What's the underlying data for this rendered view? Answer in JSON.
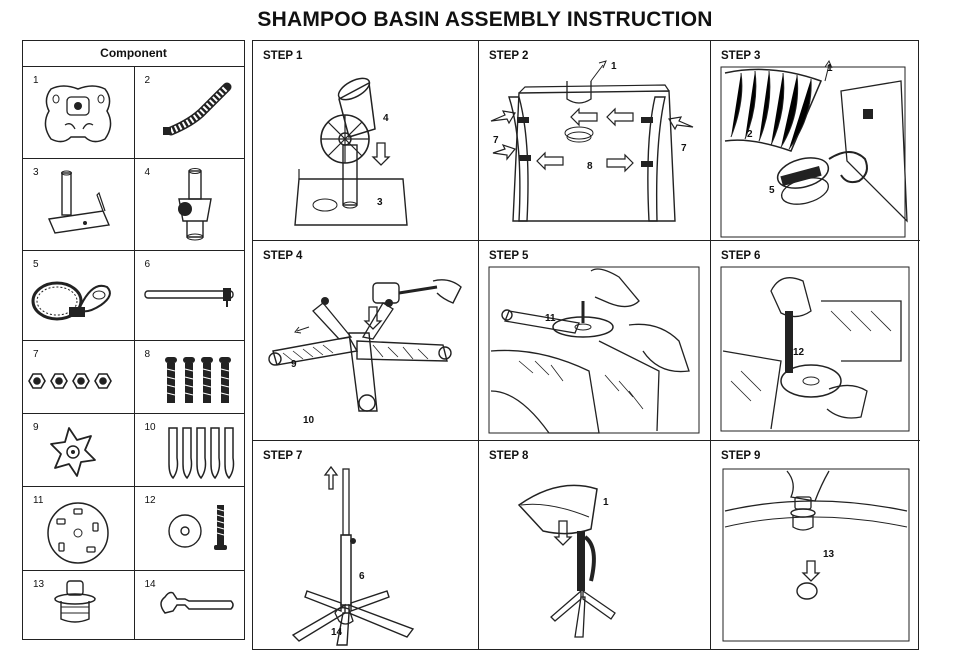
{
  "title": "SHAMPOO BASIN ASSEMBLY INSTRUCTION",
  "components": {
    "heading": "Component",
    "items": [
      {
        "num": "1",
        "icon": "basin-bowl-icon"
      },
      {
        "num": "2",
        "icon": "flexible-hose-icon"
      },
      {
        "num": "3",
        "icon": "bracket-plate-icon"
      },
      {
        "num": "4",
        "icon": "height-adjuster-icon"
      },
      {
        "num": "5",
        "icon": "hose-clamp-icon"
      },
      {
        "num": "6",
        "icon": "support-rod-icon"
      },
      {
        "num": "7",
        "icon": "hex-nuts-icon"
      },
      {
        "num": "8",
        "icon": "bolts-icon"
      },
      {
        "num": "9",
        "icon": "star-knob-icon"
      },
      {
        "num": "10",
        "icon": "caster-clips-icon"
      },
      {
        "num": "11",
        "icon": "base-disc-icon"
      },
      {
        "num": "12",
        "icon": "washer-screw-icon"
      },
      {
        "num": "13",
        "icon": "drain-stopper-icon"
      },
      {
        "num": "14",
        "icon": "wrench-icon"
      }
    ]
  },
  "steps": [
    {
      "label": "STEP 1",
      "callouts": [
        "4",
        "3"
      ]
    },
    {
      "label": "STEP 2",
      "callouts": [
        "1",
        "7",
        "8",
        "7"
      ]
    },
    {
      "label": "STEP 3",
      "callouts": [
        "1",
        "2",
        "5"
      ]
    },
    {
      "label": "STEP 4",
      "callouts": [
        "9",
        "10"
      ]
    },
    {
      "label": "STEP 5",
      "callouts": [
        "11"
      ]
    },
    {
      "label": "STEP 6",
      "callouts": [
        "12"
      ]
    },
    {
      "label": "STEP 7",
      "callouts": [
        "6",
        "14"
      ]
    },
    {
      "label": "STEP 8",
      "callouts": [
        "1"
      ]
    },
    {
      "label": "STEP 9",
      "callouts": [
        "13"
      ]
    }
  ]
}
